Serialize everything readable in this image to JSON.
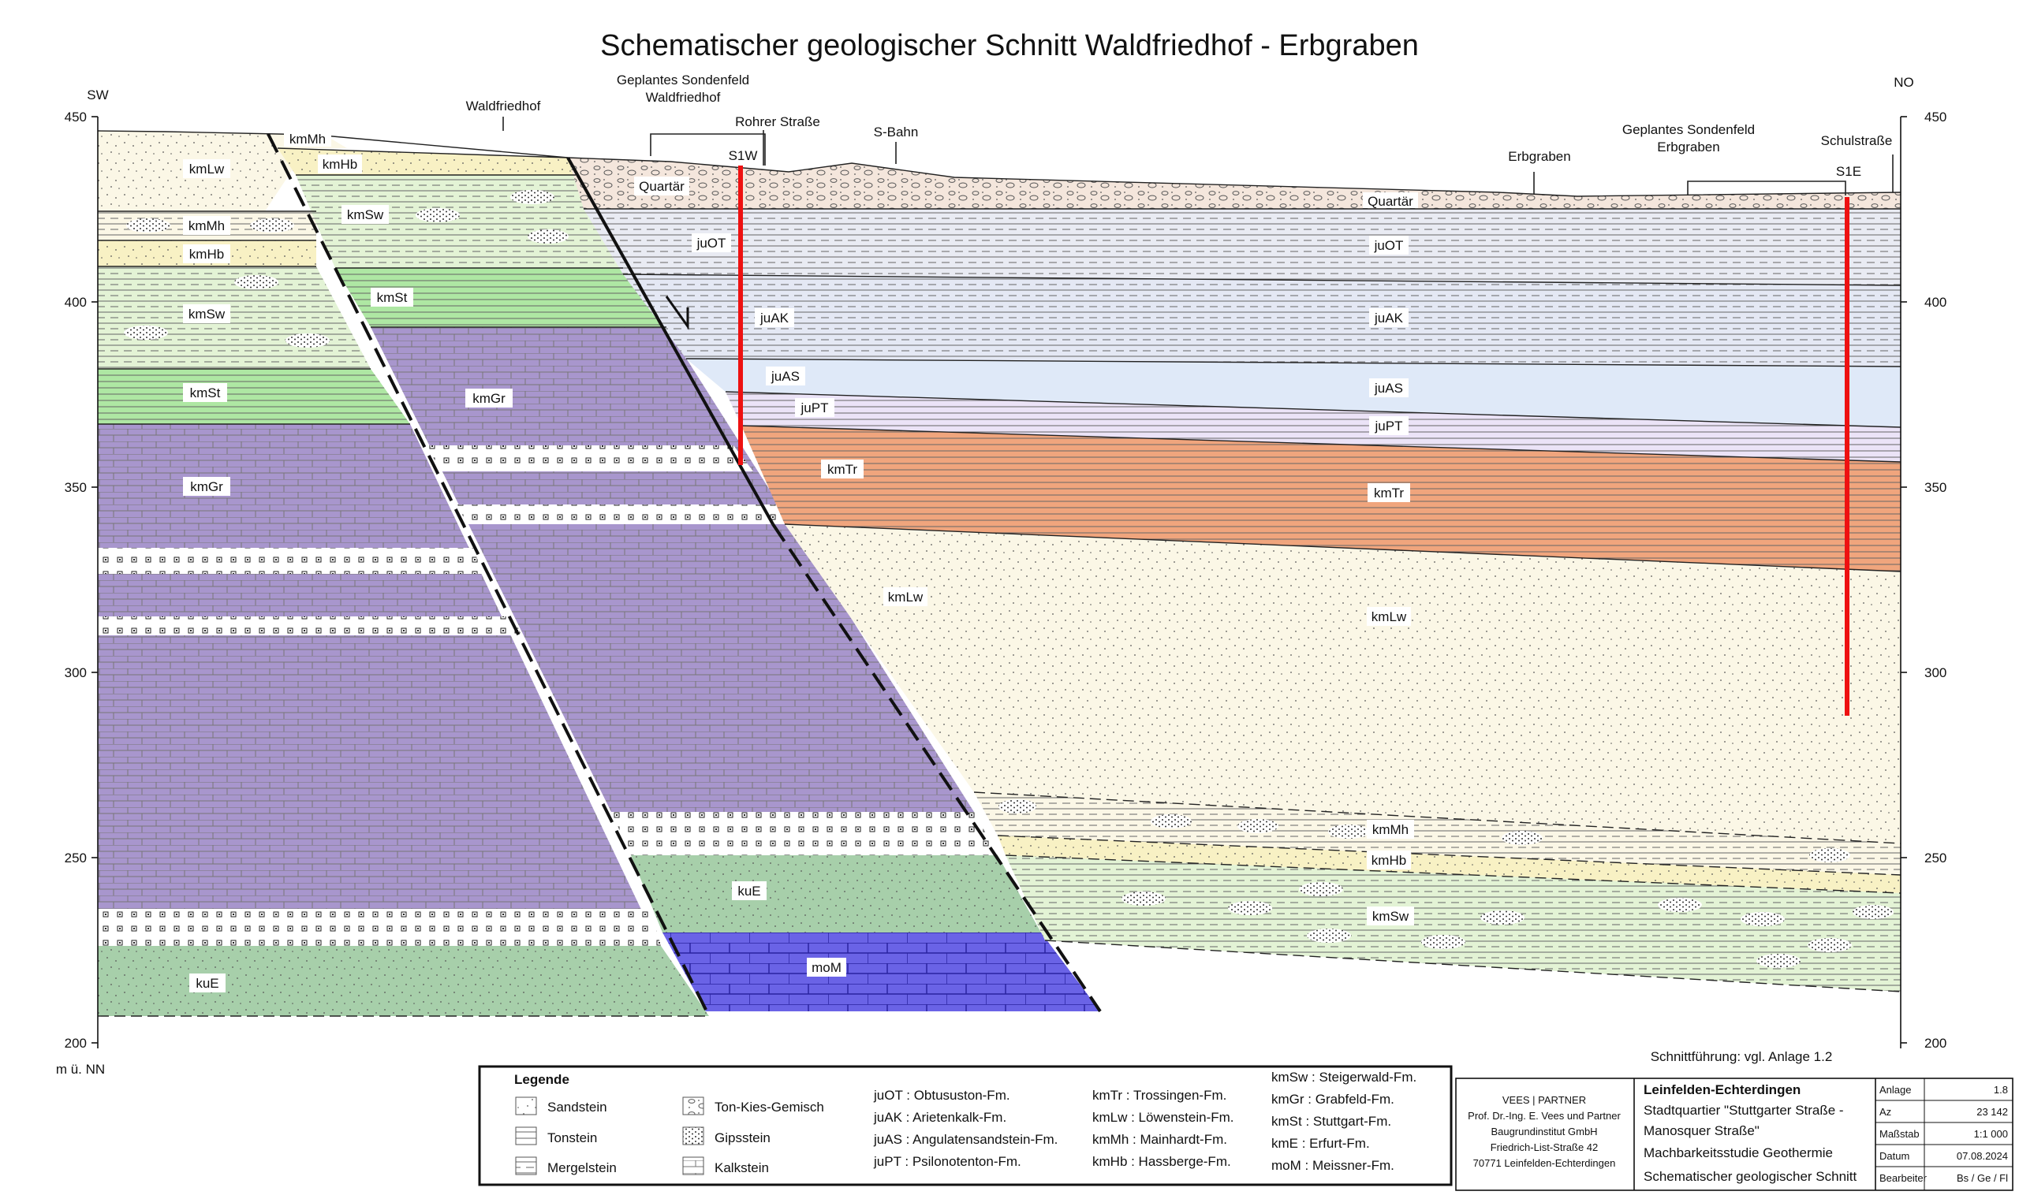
{
  "title": "Schematischer geologischer Schnitt   Waldfriedhof - Erbgraben",
  "direction_left": "SW",
  "direction_right": "NO",
  "axis_unit": "m ü. NN",
  "axis_ticks": [
    "450",
    "400",
    "350",
    "300",
    "250",
    "200"
  ],
  "places": {
    "waldfriedhof": "Waldfriedhof",
    "sondenfeld_waldfriedhof_l1": "Geplantes Sondenfeld",
    "sondenfeld_waldfriedhof_l2": "Waldfriedhof",
    "rohrer_strasse": "Rohrer Straße",
    "s_bahn": "S-Bahn",
    "erbgraben": "Erbgraben",
    "sondenfeld_erbgraben_l1": "Geplantes Sondenfeld",
    "sondenfeld_erbgraben_l2": "Erbgraben",
    "schulstrasse": "Schulstraße"
  },
  "boreholes": {
    "s1w": "S1W",
    "s1e": "S1E"
  },
  "layer_labels": {
    "quartaer": "Quartär",
    "juOT": "juOT",
    "juAK": "juAK",
    "juAS": "juAS",
    "juPT": "juPT",
    "kmTr": "kmTr",
    "kmLw": "kmLw",
    "kmMh": "kmMh",
    "kmHb": "kmHb",
    "kmSw": "kmSw",
    "kmSt": "kmSt",
    "kmGr": "kmGr",
    "kuE": "kuE",
    "moM": "moM"
  },
  "note": "Schnittführung: vgl. Anlage 1.2",
  "legend": {
    "title": "Legende",
    "symbols": [
      {
        "label": "Sandstein"
      },
      {
        "label": "Tonstein"
      },
      {
        "label": "Mergelstein"
      },
      {
        "label": "Ton-Kies-Gemisch"
      },
      {
        "label": "Gipsstein"
      },
      {
        "label": "Kalkstein"
      }
    ],
    "formations_col1": [
      "juOT : Obtususton-Fm.",
      "juAK : Arietenkalk-Fm.",
      "juAS : Angulatensandstein-Fm.",
      "juPT : Psilonotenton-Fm."
    ],
    "formations_col2": [
      "kmTr : Trossingen-Fm.",
      "kmLw : Löwenstein-Fm.",
      "kmMh : Mainhardt-Fm.",
      "kmHb : Hassberge-Fm."
    ],
    "formations_col3": [
      "kmSw : Steigerwald-Fm.",
      "kmGr : Grabfeld-Fm.",
      "kmSt : Stuttgart-Fm.",
      "kmE : Erfurt-Fm.",
      "moM : Meissner-Fm."
    ]
  },
  "company": {
    "name": "VEES | PARTNER",
    "line1": "Prof. Dr.-Ing. E. Vees und Partner",
    "line2": "Baugrundinstitut GmbH",
    "line3": "Friedrich-List-Straße 42",
    "line4": "70771 Leinfelden-Echterdingen"
  },
  "project": {
    "city": "Leinfelden-Echterdingen",
    "line1": "Stadtquartier \"Stuttgarter Straße -",
    "line2": "Manosquer Straße\"",
    "line3": "Machbarkeitsstudie Geothermie",
    "line4": "Schematischer geologischer Schnitt"
  },
  "titleblock": [
    {
      "key": "Anlage",
      "value": "1.8"
    },
    {
      "key": "Az",
      "value": "23 142"
    },
    {
      "key": "Maßstab",
      "value": "1:1 000"
    },
    {
      "key": "Datum",
      "value": "07.08.2024"
    },
    {
      "key": "Bearbeiter",
      "value": "Bs / Ge / Fl"
    }
  ],
  "colors": {
    "quartaer": "#f4e6dc",
    "juOT": "#e9ebf3",
    "juAK": "#e4e8f4",
    "juAS": "#dfe9f8",
    "juPT": "#ebe3f7",
    "kmTr": "#f0a57d",
    "kmLw": "#fbf7e6",
    "kmMh": "#fbf7e6",
    "kmHb": "#f8f1c4",
    "kmSw": "#e3f3d5",
    "kmSt": "#aee7a3",
    "kmGr": "#a896cd",
    "kuE": "#a7cfaa",
    "moM": "#6a63e6",
    "borehole": "#ee1111"
  }
}
